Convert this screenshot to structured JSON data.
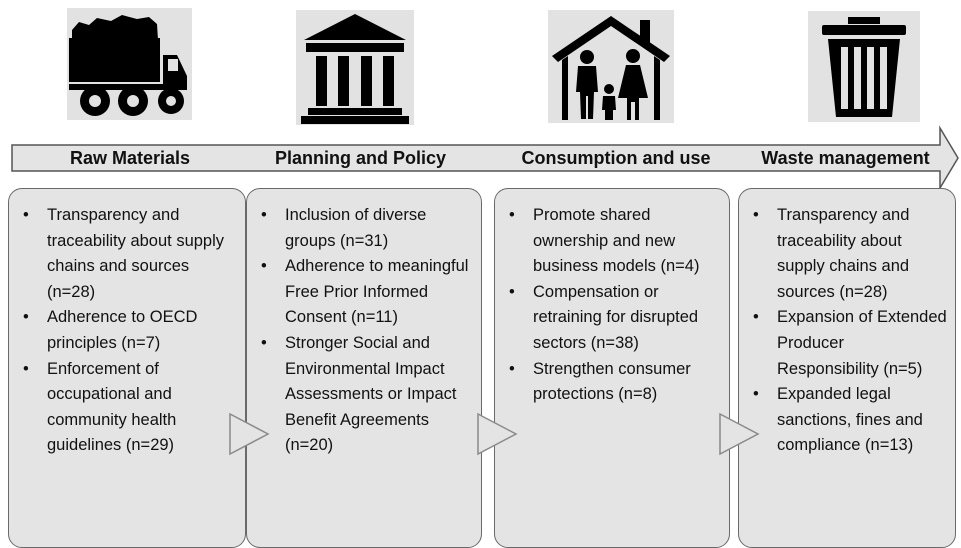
{
  "stages": [
    {
      "label": "Raw Materials",
      "icon": "dump-truck-icon",
      "items": [
        "Transparency and traceability about supply chains and sources (n=28)",
        "Adherence to OECD principles (n=7)",
        "Enforcement of occupational and community health guidelines (n=29)"
      ]
    },
    {
      "label": "Planning and Policy",
      "icon": "government-building-icon",
      "items": [
        "Inclusion of diverse groups (n=31)",
        "Adherence to meaningful Free Prior Informed Consent (n=11)",
        "Stronger Social and Environmental Impact Assessments or Impact Benefit Agreements (n=20)"
      ]
    },
    {
      "label": "Consumption and use",
      "icon": "family-house-icon",
      "items": [
        "Promote shared ownership and new business models (n=4)",
        "Compensation or retraining for disrupted sectors (n=38)",
        "Strengthen consumer protections (n=8)"
      ]
    },
    {
      "label": "Waste management",
      "icon": "trash-bin-icon",
      "items": [
        "Transparency and traceability about supply chains and sources (n=28)",
        "Expansion of Extended Producer Responsibility (n=5)",
        "Expanded legal sanctions, fines and compliance (n=13)"
      ]
    }
  ],
  "colors": {
    "panel_fill": "#e4e4e4",
    "panel_border": "#6a6a6a",
    "arrow_fill": "#e4e4e4",
    "icon_bg": "#e2e2e2",
    "icon": "#000000"
  }
}
